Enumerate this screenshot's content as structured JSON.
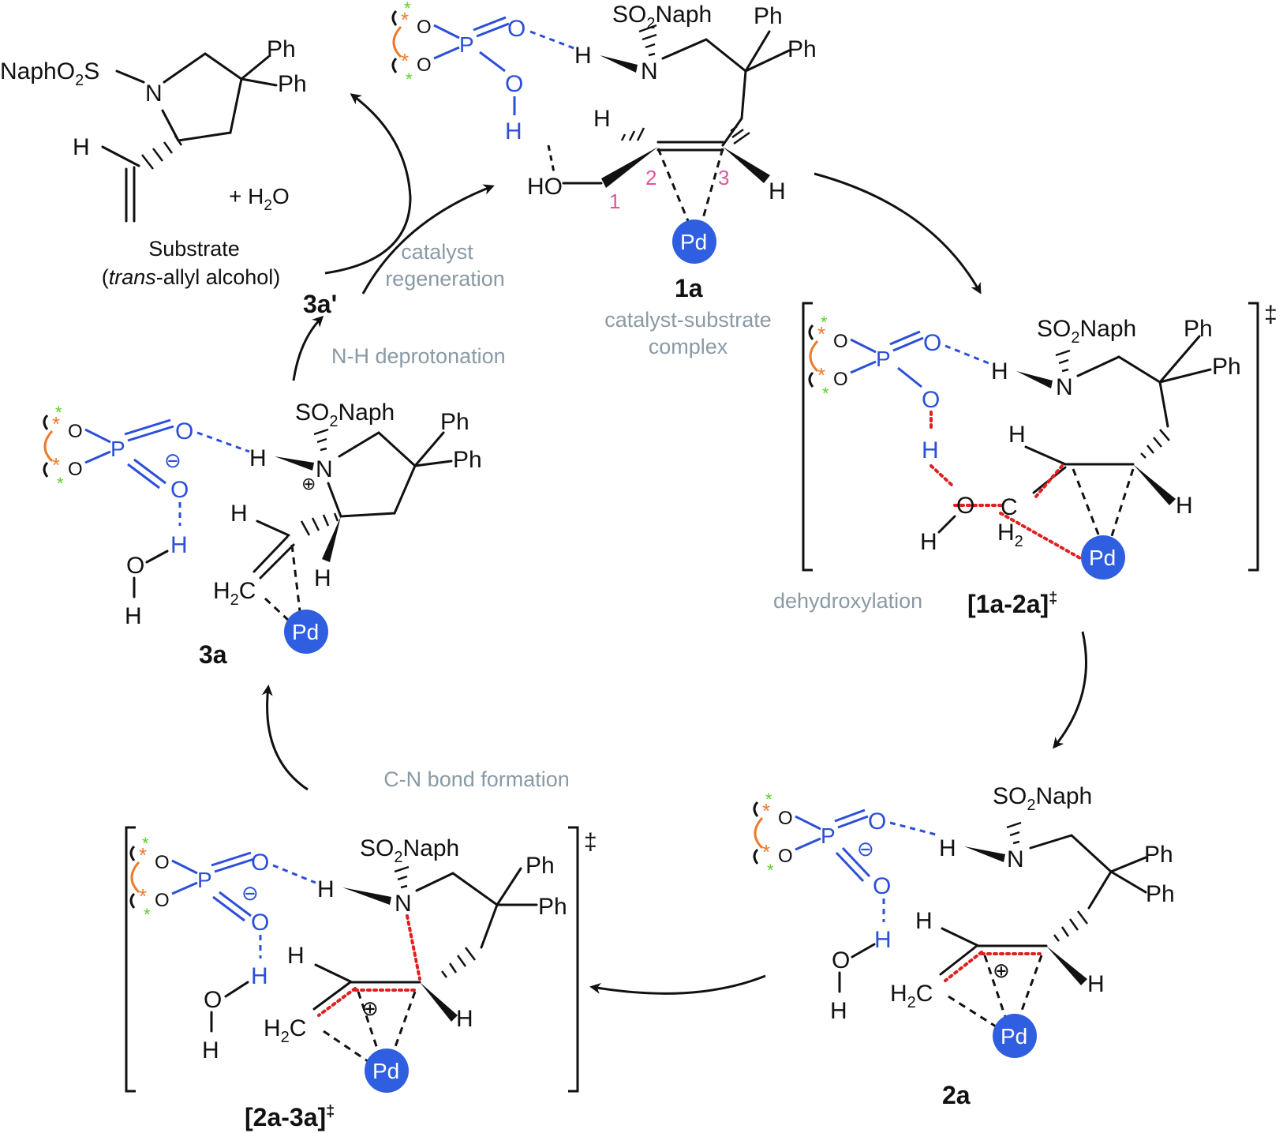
{
  "labels": {
    "cmpd_1a": "1a",
    "cmpd_1a_desc_line1": "catalyst-substrate",
    "cmpd_1a_desc_line2": "complex",
    "ts_1a_2a": "[1a-2a]",
    "ts_2a_3a": "[2a-3a]",
    "cmpd_2a": "2a",
    "cmpd_3a": "3a",
    "cmpd_3a_prime": "3a'",
    "dagger": "‡"
  },
  "steps": {
    "dehydroxylation": "dehydroxylation",
    "cn_bond": "C-N bond formation",
    "nh_deprot": "N-H deprotonation",
    "cat_regen_line1": "catalyst",
    "cat_regen_line2": "regeneration"
  },
  "substrate": {
    "line1": "Substrate",
    "line2_italic": "trans",
    "line2_rest": "-allyl alcohol)",
    "line2_open": "(",
    "plus_water": "+ H",
    "water_sub": "2",
    "water_o": "O"
  },
  "atoms": {
    "so2naph_pre": "SO",
    "so2naph_sub": "2",
    "so2naph_post": "Naph",
    "naphO2S_pre": "NaphO",
    "naphO2S_sub": "2",
    "naphO2S_post": "S",
    "ph": "Ph",
    "n": "N",
    "h": "H",
    "o": "O",
    "p": "P",
    "pd": "Pd",
    "ho": "HO",
    "c": "C",
    "h2c_pre": "H",
    "h2c_sub": "2",
    "h2c_post": "C",
    "h2_pre": "H",
    "h2_sub": "2",
    "minus": "⊖",
    "plus": "⊕",
    "star": "*"
  },
  "carbon_numbers": [
    "1",
    "2",
    "3"
  ],
  "colors": {
    "phosphate_blue": "#2b4fd8",
    "pd_blue": "#2f5ee0",
    "step_gray": "#8a9aa4",
    "carbon_pink": "#e0559c",
    "binaphthyl_orange": "#ee7a2a",
    "star_green": "#5ad12a",
    "star_orange": "#f07a2a",
    "forming_bond_red": "#e02020"
  }
}
